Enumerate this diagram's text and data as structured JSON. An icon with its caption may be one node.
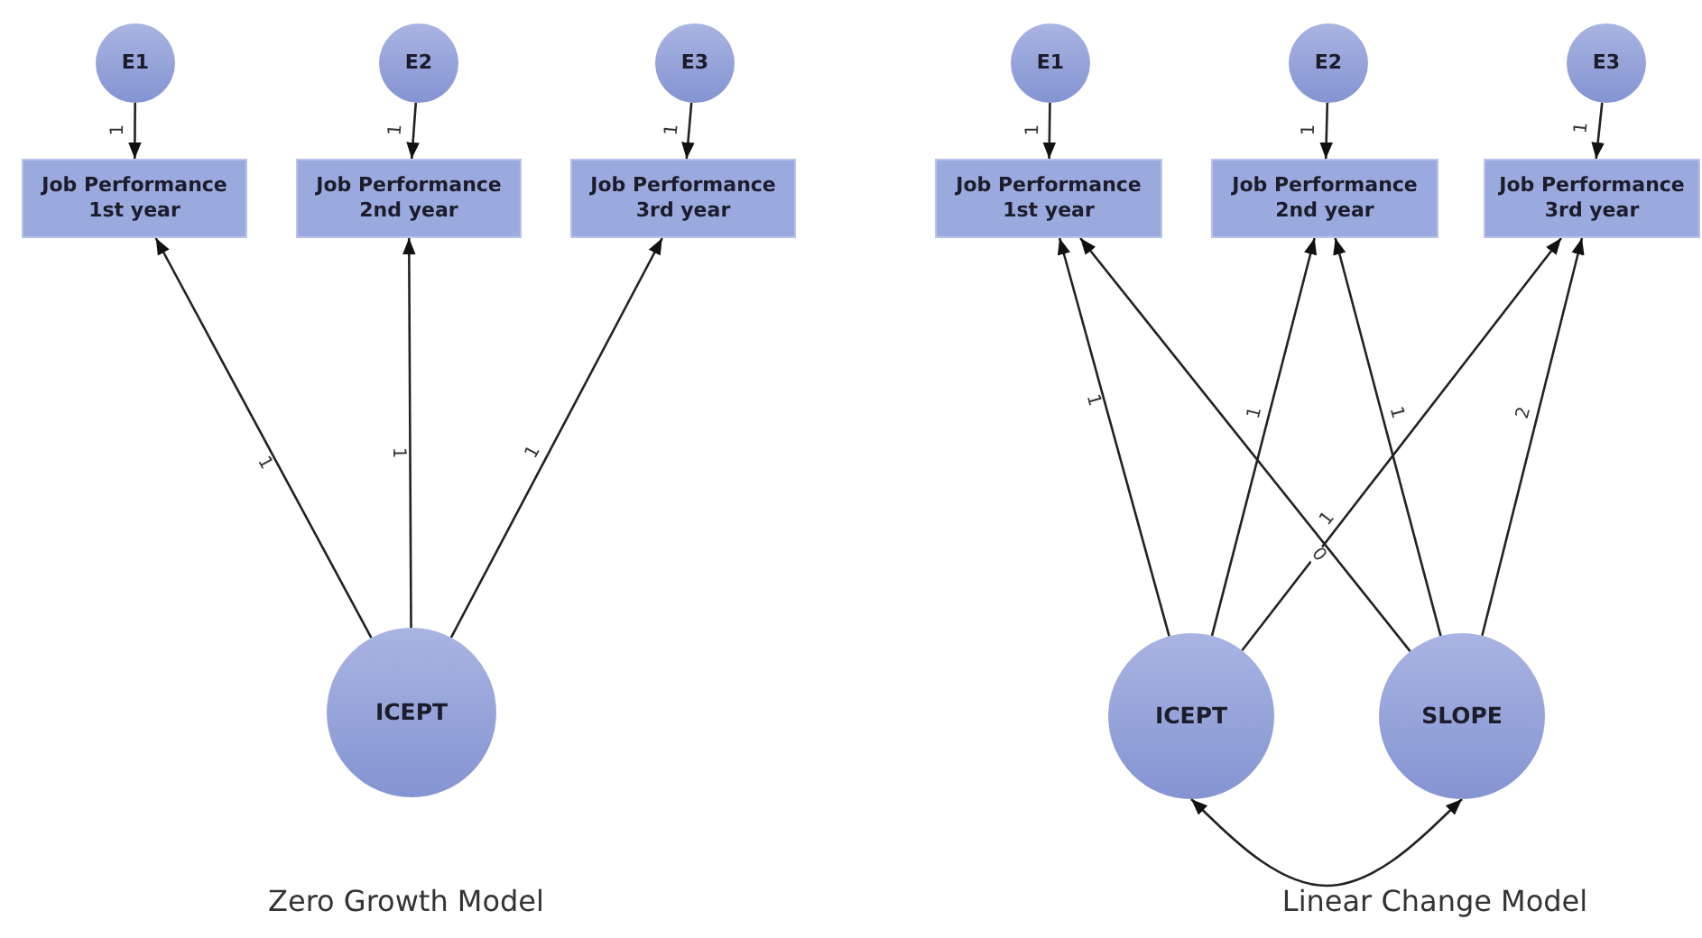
{
  "diagram": {
    "nodes": [
      {
        "text": [
          "E1"
        ]
      },
      {
        "text": [
          "E2"
        ]
      },
      {
        "text": [
          "E3"
        ]
      },
      {
        "text": [
          "Job Performance 1st year"
        ]
      },
      {
        "text": [
          "Job Performance 2nd year"
        ]
      },
      {
        "text": [
          "Job Performance 3rd year"
        ]
      },
      {
        "text": [
          "ICEPT"
        ]
      },
      {
        "text": [
          "E1"
        ]
      },
      {
        "text": [
          "E2"
        ]
      },
      {
        "text": [
          "E3"
        ]
      },
      {
        "text": [
          "Job Performance 1st year"
        ]
      },
      {
        "text": [
          "Job Performance 2nd year"
        ]
      },
      {
        "text": [
          "Job Performance 3rd year"
        ]
      },
      {
        "text": [
          "ICEPT"
        ]
      },
      {
        "text": [
          "SLOPE"
        ]
      }
    ],
    "edges": [
      {
        "from": 0,
        "to": 3,
        "arrow": "to",
        "label": "1"
      },
      {
        "from": 1,
        "to": 4,
        "arrow": "to",
        "label": "1"
      },
      {
        "from": 2,
        "to": 5,
        "arrow": "to",
        "label": "1"
      },
      {
        "from": 6,
        "to": 3,
        "arrow": "to",
        "label": "1"
      },
      {
        "from": 6,
        "to": 4,
        "arrow": "to",
        "label": "1"
      },
      {
        "from": 6,
        "to": 5,
        "arrow": "to",
        "label": "1"
      },
      {
        "from": 7,
        "to": 10,
        "arrow": "to",
        "label": "1"
      },
      {
        "from": 8,
        "to": 11,
        "arrow": "to",
        "label": "1"
      },
      {
        "from": 9,
        "to": 12,
        "arrow": "to",
        "label": "1"
      },
      {
        "from": 13,
        "to": 10,
        "arrow": "to",
        "label": "1"
      },
      {
        "from": 13,
        "to": 11,
        "arrow": "to",
        "label": "1"
      },
      {
        "from": 13,
        "to": 12,
        "arrow": "to",
        "label": "1"
      },
      {
        "from": 14,
        "to": 10,
        "arrow": "to",
        "label": "0"
      },
      {
        "from": 14,
        "to": 11,
        "arrow": "to",
        "label": "1"
      },
      {
        "from": 14,
        "to": 12,
        "arrow": "to",
        "label": "2"
      },
      {
        "from": 13,
        "to": 14,
        "arrow": "both"
      }
    ],
    "labels": [
      "Zero Growth Model",
      "Linear Change Model"
    ]
  }
}
